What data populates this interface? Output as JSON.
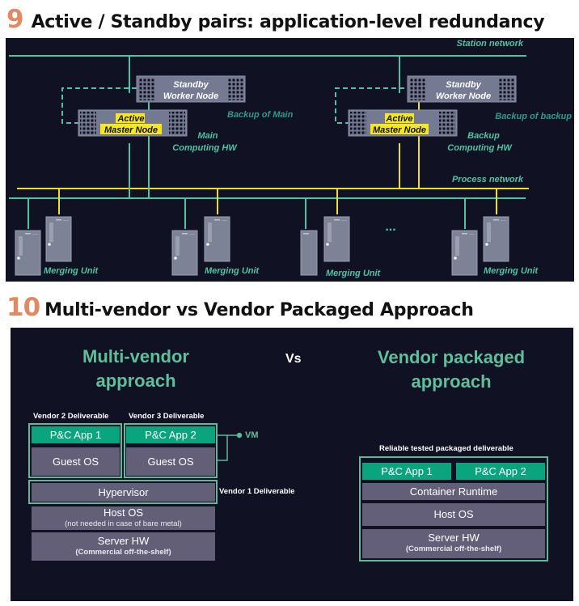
{
  "figure9": {
    "number": "9",
    "title": "Active / Standby pairs: application-level redundancy",
    "networks": {
      "station": "Station network",
      "process": "Process network"
    },
    "left_group": {
      "standby_node": [
        "Standby",
        "Worker Node"
      ],
      "active_node": [
        "Active",
        "Master Node"
      ],
      "backup_label": "Backup of Main",
      "hw_label": [
        "Main",
        "Computing HW"
      ]
    },
    "right_group": {
      "standby_node": [
        "Standby",
        "Worker Node"
      ],
      "active_node": [
        "Active",
        "Master Node"
      ],
      "backup_label": "Backup of backup",
      "hw_label": [
        "Backup",
        "Computing HW"
      ]
    },
    "merging_unit_label": "Merging Unit",
    "ellipsis": "...",
    "colors": {
      "station_line": "#4fc3a1",
      "process_line": "#f0e020",
      "node_fill": "#747a92",
      "highlight": "#f6e81a",
      "label": "#4fc3a1"
    }
  },
  "figure10": {
    "number": "10",
    "title": "Multi-vendor vs Vendor Packaged Approach",
    "vs": "Vs",
    "multi_vendor": {
      "title_line1": "Multi-vendor",
      "title_line2": "approach",
      "vendor2_label": "Vendor 2 Deliverable",
      "vendor3_label": "Vendor 3 Deliverable",
      "vendor1_label": "Vendor 1 Deliverable",
      "vm_label": "VM",
      "app1": "P&C App 1",
      "app2": "P&C App 2",
      "guest_os": "Guest OS",
      "hypervisor": "Hypervisor",
      "host_os": "Host OS",
      "host_os_note": "(not needed in case of bare metal)",
      "server_hw": "Server HW",
      "server_hw_note": "(Commercial off-the-shelf)"
    },
    "vendor_packaged": {
      "title_line1": "Vendor packaged",
      "title_line2": "approach",
      "deliverable_label": "Reliable tested packaged deliverable",
      "app1": "P&C App 1",
      "app2": "P&C App 2",
      "container_runtime": "Container Runtime",
      "host_os": "Host OS",
      "server_hw": "Server HW",
      "server_hw_note": "(Commercial off-the-shelf)"
    },
    "colors": {
      "title": "#5fbf9b",
      "app_block": "#0aa47e",
      "layer_block": "#645f78",
      "frame": "#5fb898"
    }
  }
}
